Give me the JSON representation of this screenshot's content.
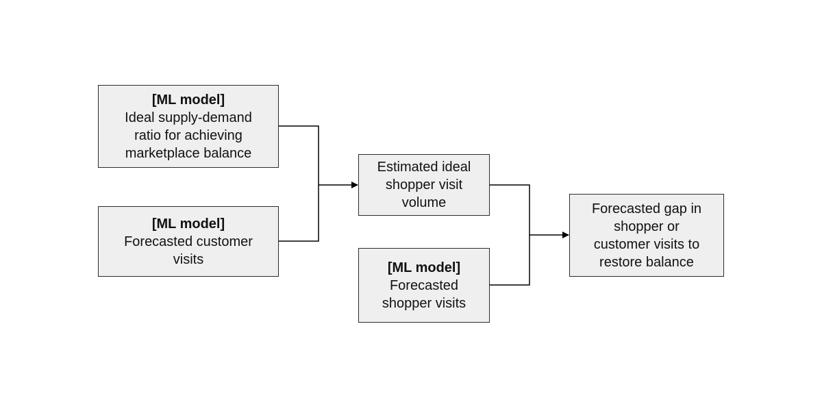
{
  "diagram": {
    "nodes": {
      "supply_demand": {
        "tag": "[ML model]",
        "text": "Ideal supply-demand\nratio for achieving\nmarketplace balance"
      },
      "customer_visits": {
        "tag": "[ML model]",
        "text": "Forecasted customer\nvisits"
      },
      "ideal_volume": {
        "text": "Estimated ideal\nshopper visit\nvolume"
      },
      "shopper_visits": {
        "tag": "[ML model]",
        "text": "Forecasted\nshopper visits"
      },
      "gap": {
        "text": "Forecasted gap in\nshopper or\ncustomer visits to\nrestore balance"
      }
    },
    "edges": [
      {
        "from": "supply_demand",
        "to": "ideal_volume"
      },
      {
        "from": "customer_visits",
        "to": "ideal_volume"
      },
      {
        "from": "ideal_volume",
        "to": "gap"
      },
      {
        "from": "shopper_visits",
        "to": "gap"
      }
    ],
    "colors": {
      "box_fill": "#efefef",
      "box_border": "#2b2b2b",
      "connector": "#000000",
      "text": "#111111"
    }
  }
}
